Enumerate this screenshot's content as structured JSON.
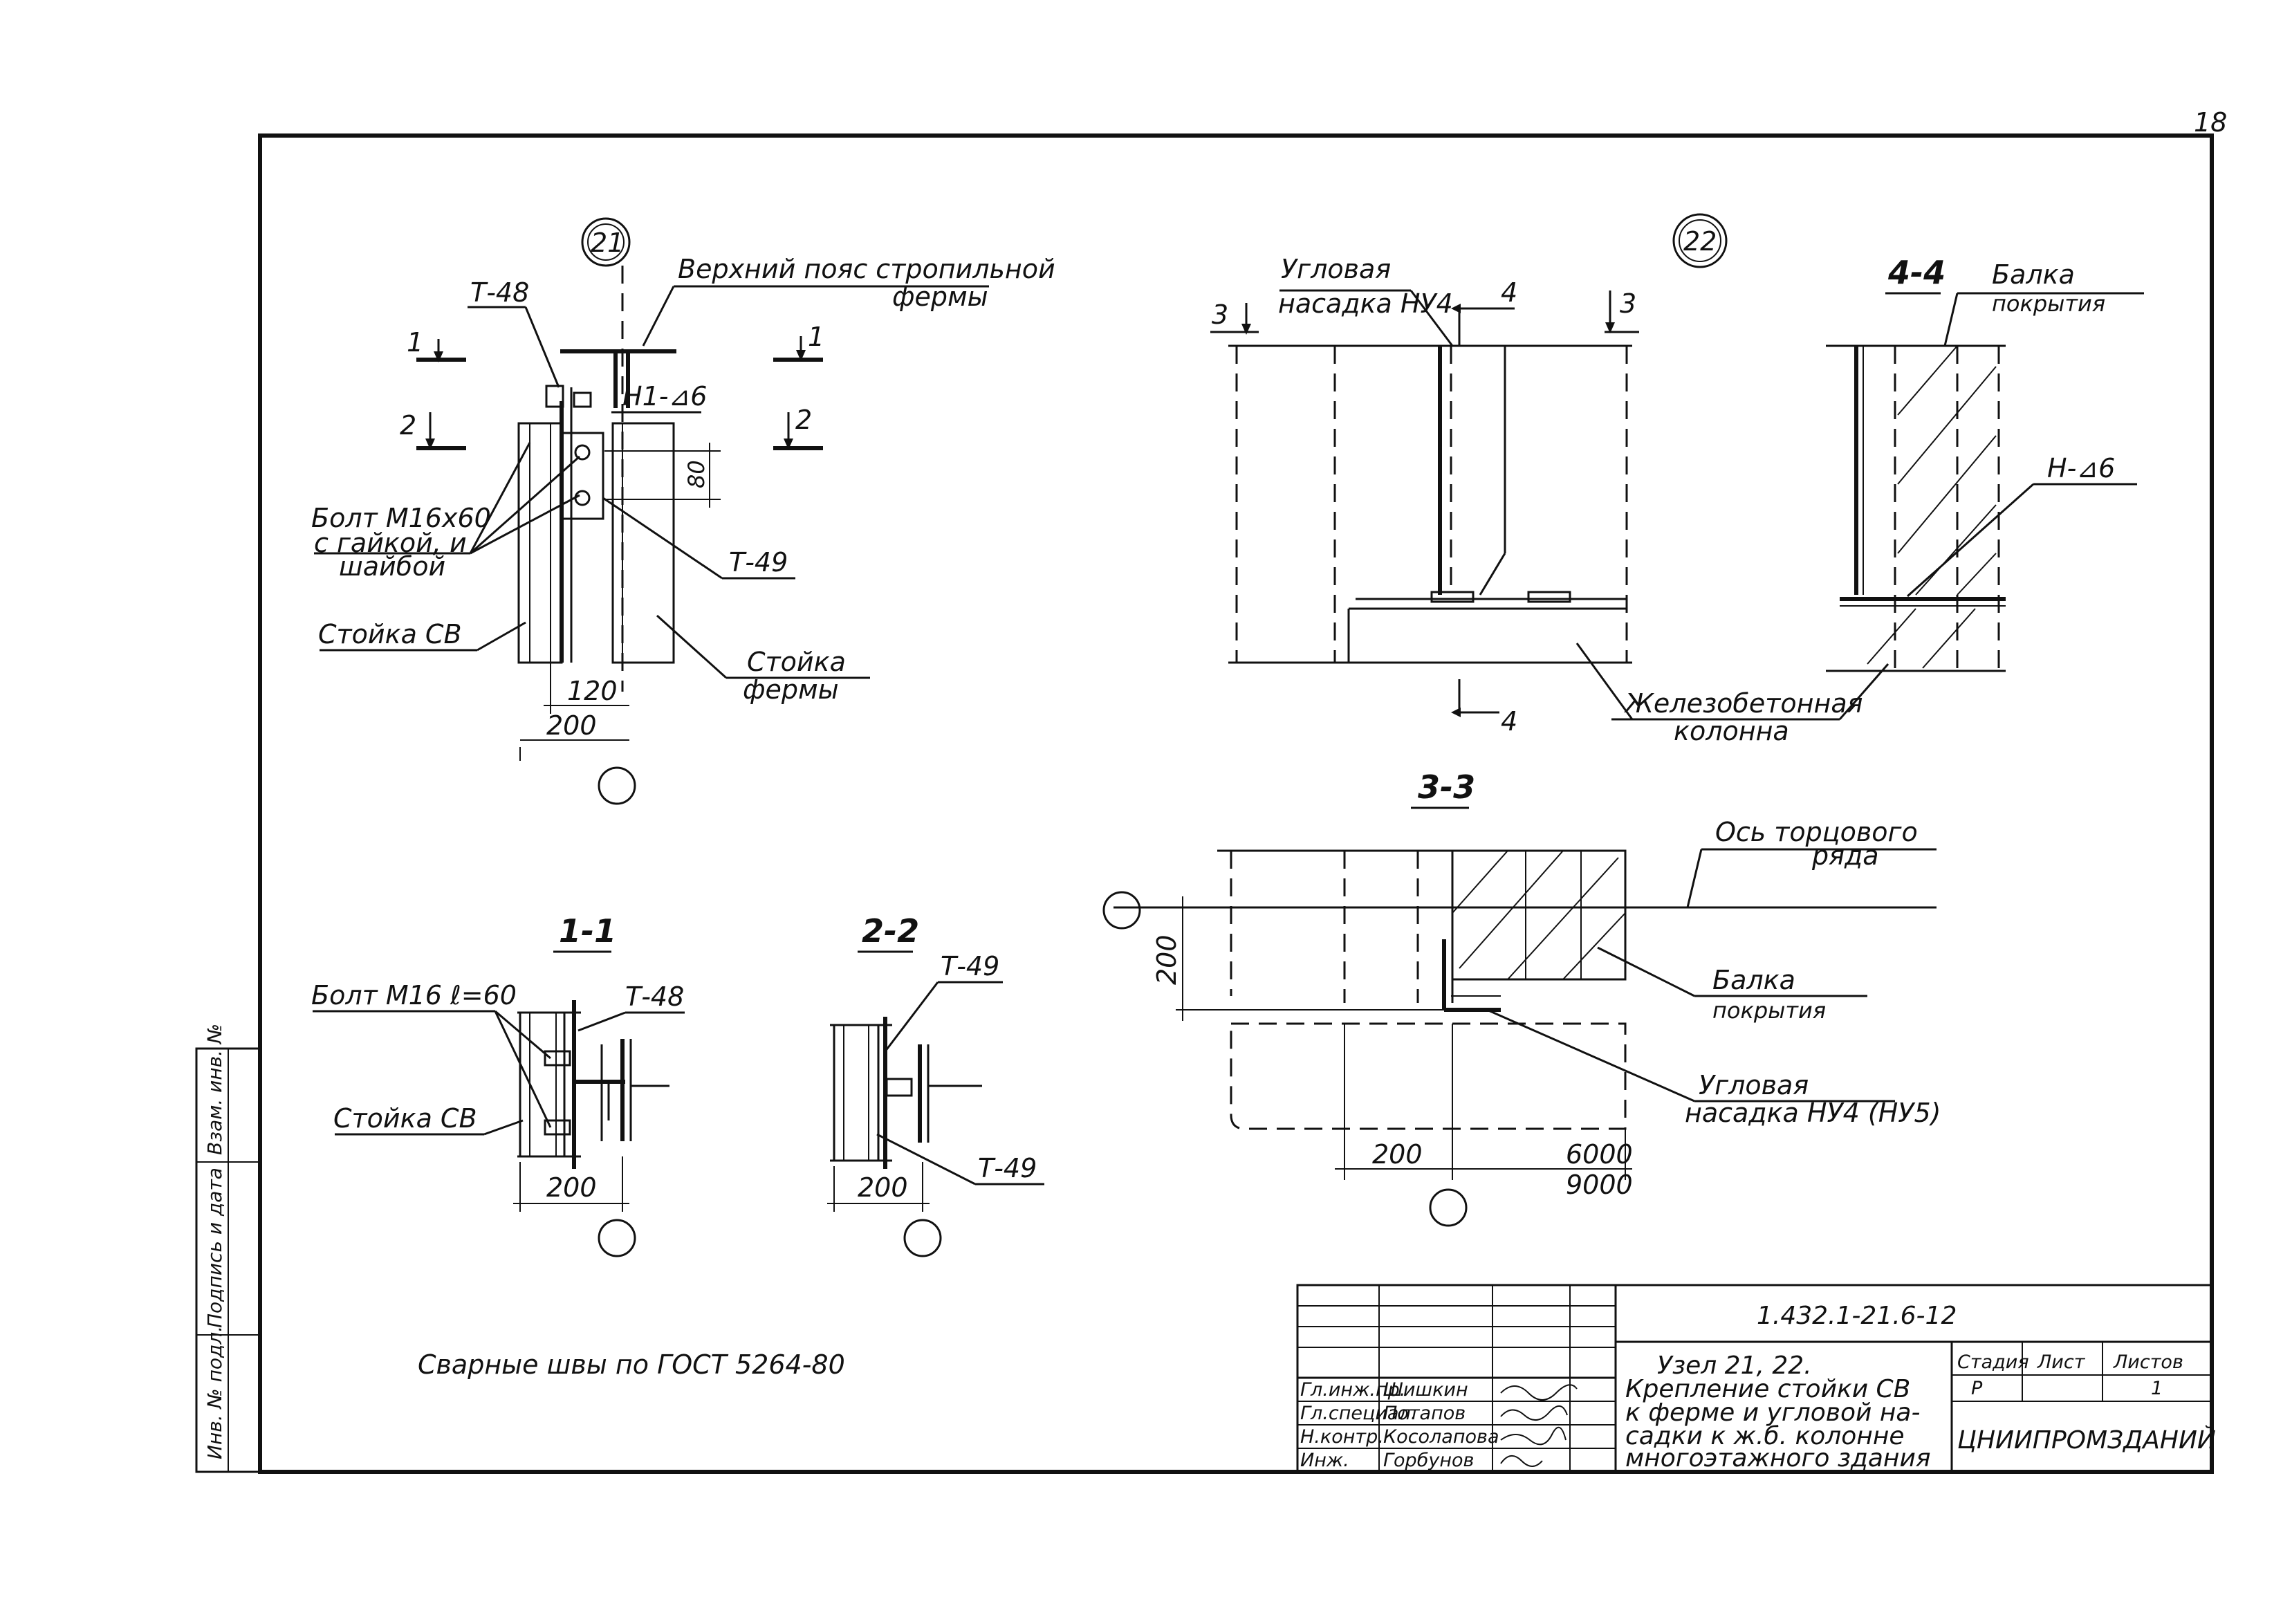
{
  "page_number": "18",
  "node21": {
    "marker": "21",
    "labels": {
      "t48": "Т-48",
      "chord": "Верхний пояс стропильной",
      "chord2": "фермы",
      "sec1": "1",
      "sec2": "2",
      "h1": "Н1-⊿6",
      "dim80": "80",
      "bolt1": "Болт М16х60",
      "bolt2": "с гайкой, и",
      "bolt3": "шайбой",
      "t49": "Т-49",
      "post_cb": "Стойка СВ",
      "truss_post1": "Стойка",
      "truss_post2": "фермы",
      "dim120": "120",
      "dim200": "200"
    }
  },
  "node22": {
    "marker": "22",
    "labels": {
      "corner1": "Угловая",
      "corner2": "насадка НУ4",
      "sec3": "3",
      "sec4": "4",
      "view44": "4-4",
      "beam1": "Балка",
      "beam2": "покрытия",
      "weld_h": "Н-⊿6",
      "column1": "Железобетонная",
      "column2": "колонна"
    }
  },
  "section33": {
    "title": "3-3",
    "axis1": "Ось торцового",
    "axis2": "ряда",
    "beam1": "Балка",
    "beam2": "покрытия",
    "dim200": "200",
    "corner1": "Угловая",
    "corner2": "насадка НУ4 (НУ5)",
    "dim_bottom": "200",
    "span1": "6000",
    "span2": "9000"
  },
  "section11": {
    "title": "1-1",
    "bolt": "Болт М16 ℓ=60",
    "t48": "Т-48",
    "post": "Стойка СВ",
    "dim": "200"
  },
  "section22": {
    "title": "2-2",
    "t49a": "Т-49",
    "t49b": "Т-49",
    "dim": "200"
  },
  "note": "Сварные швы по ГОСТ 5264-80",
  "side_stamp": {
    "col1": "Инв. № подл.",
    "col2": "Подпись и дата",
    "col3": "Взам. инв. №"
  },
  "title_block": {
    "doc_code": "1.432.1-21.6-12",
    "title_lines": [
      "Узел 21, 22.",
      "Крепление стойки СВ",
      "к ферме и угловой на-",
      "садки к ж.б. колонне",
      "многоэтажного здания"
    ],
    "stage_header": "Стадия",
    "sheet_header": "Лист",
    "sheets_header": "Листов",
    "stage": "Р",
    "sheet": "",
    "sheets": "1",
    "org": "ЦНИИПРОМЗДАНИЙ",
    "roles": [
      "Гл.инж.пр.",
      "Гл.специал.",
      "Н.контр.",
      "Инж."
    ],
    "names": [
      "Шишкин",
      "Потапов",
      "Косолапова",
      "Горбунов"
    ]
  }
}
